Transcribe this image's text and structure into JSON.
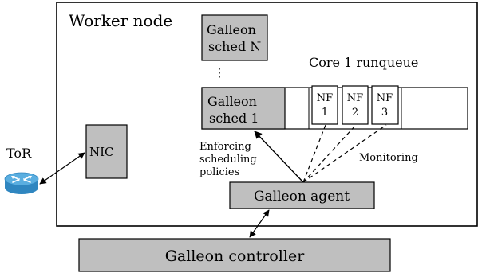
{
  "worker_node": {
    "title": "Worker node"
  },
  "tor": {
    "label": "ToR"
  },
  "nic": {
    "label": "NIC"
  },
  "sched_n": {
    "line1": "Galleon",
    "line2": "sched N"
  },
  "ellipsis": "⋮",
  "sched_1": {
    "line1": "Galleon",
    "line2": "sched 1"
  },
  "runqueue": {
    "title": "Core 1 runqueue",
    "nfs": [
      {
        "line1": "NF",
        "line2": "1"
      },
      {
        "line1": "NF",
        "line2": "2"
      },
      {
        "line1": "NF",
        "line2": "3"
      }
    ]
  },
  "enforcing": {
    "lines": [
      "Enforcing",
      "scheduling",
      "policies"
    ]
  },
  "monitoring": {
    "label": "Monitoring"
  },
  "agent": {
    "label": "Galleon agent"
  },
  "controller": {
    "label": "Galleon controller"
  },
  "colors": {
    "box_fill": "#bfbfbf",
    "router_top": "#5aaee0",
    "router_side": "#2f86c0"
  }
}
